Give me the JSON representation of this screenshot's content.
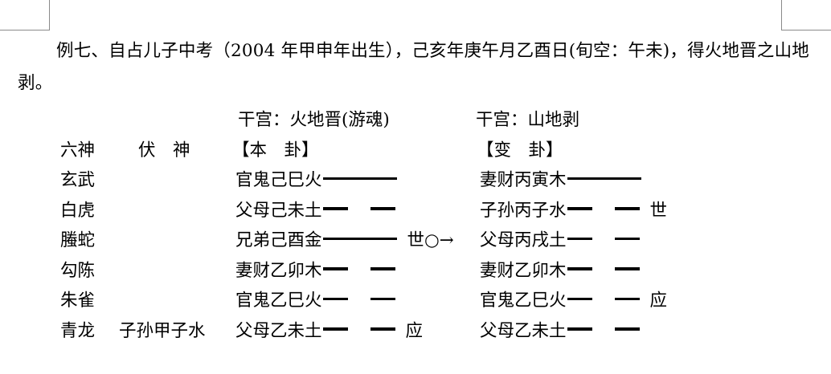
{
  "document": {
    "paragraph": "例七、自占儿子中考（2004 年甲申年出生），己亥年庚午月乙酉日(旬空：午未)，得火地晋之山地剥。",
    "chart": {
      "title_left": "干宫：火地晋(游魂)",
      "title_right": "干宫：山地剥",
      "headers": {
        "spirit": "六神",
        "hidden": "伏　神",
        "primary": "【本　卦】",
        "changed": "【变　卦】"
      },
      "rows": [
        {
          "spirit": "玄武",
          "hidden": "",
          "primary_name": "官鬼己巳火",
          "primary_line": "yang",
          "primary_marker": "",
          "primary_moving": "",
          "changed_name": "妻财丙寅木",
          "changed_line": "yang",
          "changed_marker": ""
        },
        {
          "spirit": "白虎",
          "hidden": "",
          "primary_name": "父母己未土",
          "primary_line": "yin",
          "primary_marker": "",
          "primary_moving": "",
          "changed_name": "子孙丙子水",
          "changed_line": "yin",
          "changed_marker": "世"
        },
        {
          "spirit": "螣蛇",
          "hidden": "",
          "primary_name": "兄弟己酉金",
          "primary_line": "yang",
          "primary_marker": "世",
          "primary_moving": "○→",
          "changed_name": "父母丙戌土",
          "changed_line": "yin",
          "changed_marker": ""
        },
        {
          "spirit": "勾陈",
          "hidden": "",
          "primary_name": "妻财乙卯木",
          "primary_line": "yin",
          "primary_marker": "",
          "primary_moving": "",
          "changed_name": "妻财乙卯木",
          "changed_line": "yin",
          "changed_marker": ""
        },
        {
          "spirit": "朱雀",
          "hidden": "",
          "primary_name": "官鬼乙巳火",
          "primary_line": "yin",
          "primary_marker": "",
          "primary_moving": "",
          "changed_name": "官鬼乙巳火",
          "changed_line": "yin",
          "changed_marker": "应"
        },
        {
          "spirit": "青龙",
          "hidden": "子孙甲子水",
          "primary_name": "父母乙未土",
          "primary_line": "yin",
          "primary_marker": "应",
          "primary_moving": "",
          "changed_name": "父母乙未土",
          "changed_line": "yin",
          "changed_marker": ""
        }
      ]
    }
  }
}
